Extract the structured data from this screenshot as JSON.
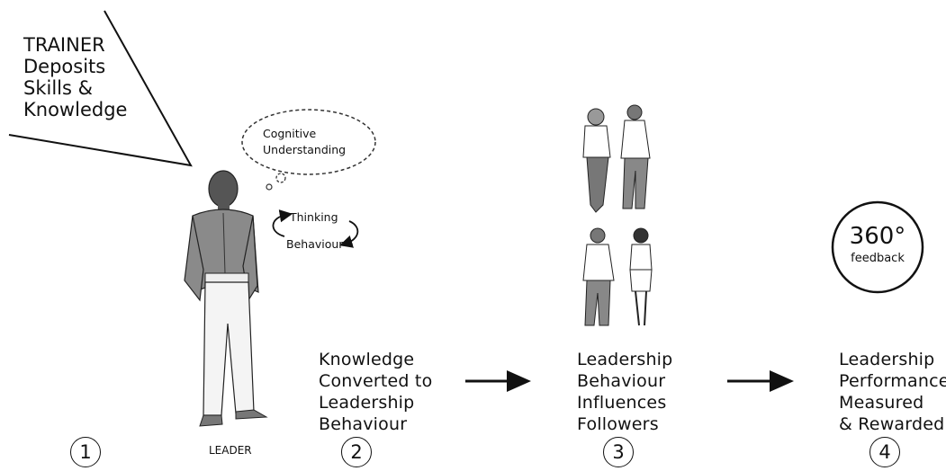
{
  "trainer": {
    "text": "TRAINER\nDeposits\nSkills &\nKnowledge"
  },
  "thought": {
    "text": "Cognitive\nUnderstanding"
  },
  "cycle": {
    "top": "Thinking",
    "bottom": "Behaviour"
  },
  "leader": {
    "label": "LEADER"
  },
  "feedback": {
    "number": "360°",
    "label": "feedback"
  },
  "steps": [
    {
      "number": "1",
      "text": ""
    },
    {
      "number": "2",
      "text": "Knowledge\nConverted to\nLeadership\nBehaviour"
    },
    {
      "number": "3",
      "text": "Leadership\nBehaviour\nInfluences\nFollowers"
    },
    {
      "number": "4",
      "text": "Leadership\nPerformance\nMeasured\n& Rewarded"
    }
  ]
}
